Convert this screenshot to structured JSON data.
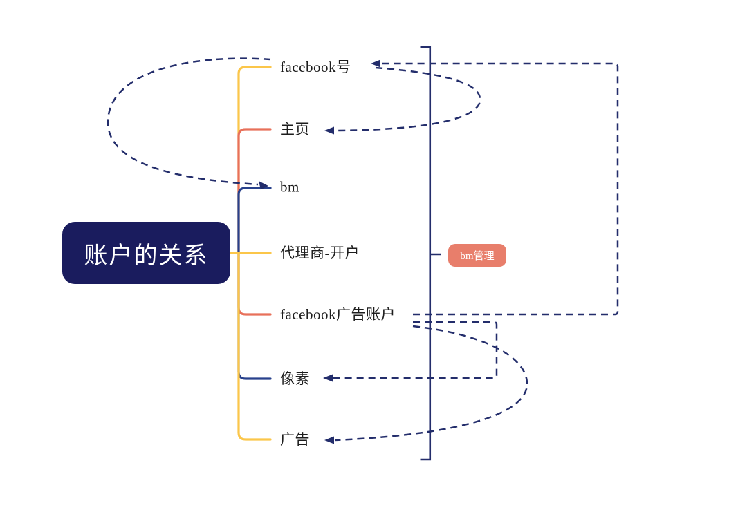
{
  "diagram": {
    "root": {
      "label": "账户的关系"
    },
    "topics": [
      {
        "label": "facebook号",
        "branch_color": "#fbc64a"
      },
      {
        "label": "主页",
        "branch_color": "#e8705a"
      },
      {
        "label": "bm",
        "branch_color": "#28418c"
      },
      {
        "label": "代理商-开户",
        "branch_color": "#fbc64a"
      },
      {
        "label": "facebook广告账户",
        "branch_color": "#e8705a"
      },
      {
        "label": "像素",
        "branch_color": "#28418c"
      },
      {
        "label": "广告",
        "branch_color": "#fbc64a"
      }
    ],
    "boundary_badge": {
      "label": "bm管理"
    },
    "relationships": [
      {
        "from": "facebook广告账户",
        "to": "facebook号",
        "style": "dashed-arrow"
      },
      {
        "from": "facebook号",
        "to": "主页",
        "style": "dashed-arrow"
      },
      {
        "from": "facebook号",
        "to": "bm",
        "style": "dashed-arrow"
      },
      {
        "from": "facebook广告账户",
        "to": "像素",
        "style": "dashed-arrow"
      },
      {
        "from": "facebook广告账户",
        "to": "广告",
        "style": "dashed-arrow"
      }
    ],
    "colors": {
      "root_fill": "#1a1c5e",
      "root_text": "#ffffff",
      "branch_yellow": "#fbc64a",
      "branch_coral": "#e8705a",
      "branch_navy": "#28418c",
      "relationship_navy": "#232d6b",
      "badge_fill": "#e87e6b",
      "badge_text": "#ffffff",
      "topic_text": "#1d1d1d",
      "background": "#ffffff"
    }
  }
}
